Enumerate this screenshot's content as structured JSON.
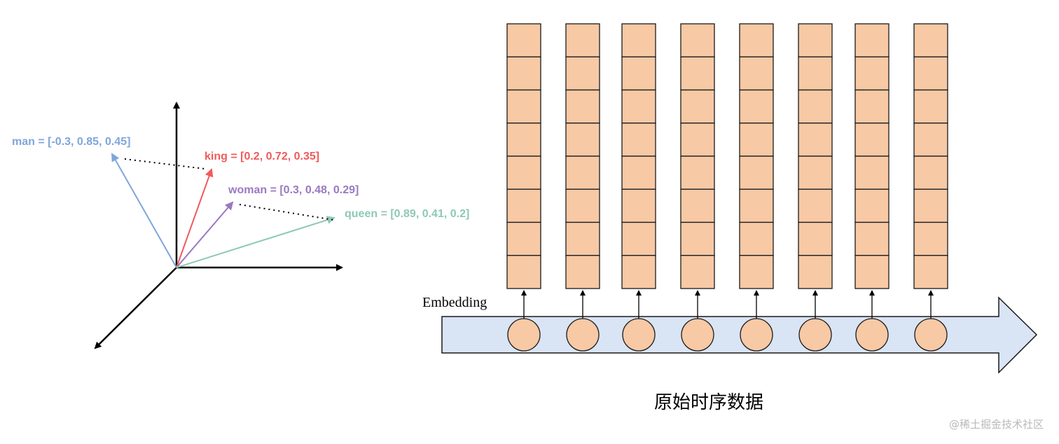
{
  "colors": {
    "man": "#7fa6da",
    "king": "#ef5b5b",
    "woman": "#9b79c2",
    "queen": "#8ec9b3",
    "axis": "#000000",
    "cell_fill": "#f7c9a5",
    "band_fill": "#d9e4f5"
  },
  "vectors": [
    {
      "word": "man",
      "label": "man = [-0.3, 0.85, 0.45]",
      "values": [
        -0.3,
        0.85,
        0.45
      ]
    },
    {
      "word": "king",
      "label": "king = [0.2, 0.72, 0.35]",
      "values": [
        0.2,
        0.72,
        0.35
      ]
    },
    {
      "word": "woman",
      "label": "woman = [0.3, 0.48, 0.29]",
      "values": [
        0.3,
        0.48,
        0.29
      ]
    },
    {
      "word": "queen",
      "label": "queen = [0.89, 0.41, 0.2]",
      "values": [
        0.89,
        0.41,
        0.2
      ]
    }
  ],
  "embedding": {
    "label": "Embedding",
    "caption": "原始时序数据",
    "num_steps": 8,
    "cells_per_column": 8
  },
  "watermark": "@稀土掘金技术社区"
}
